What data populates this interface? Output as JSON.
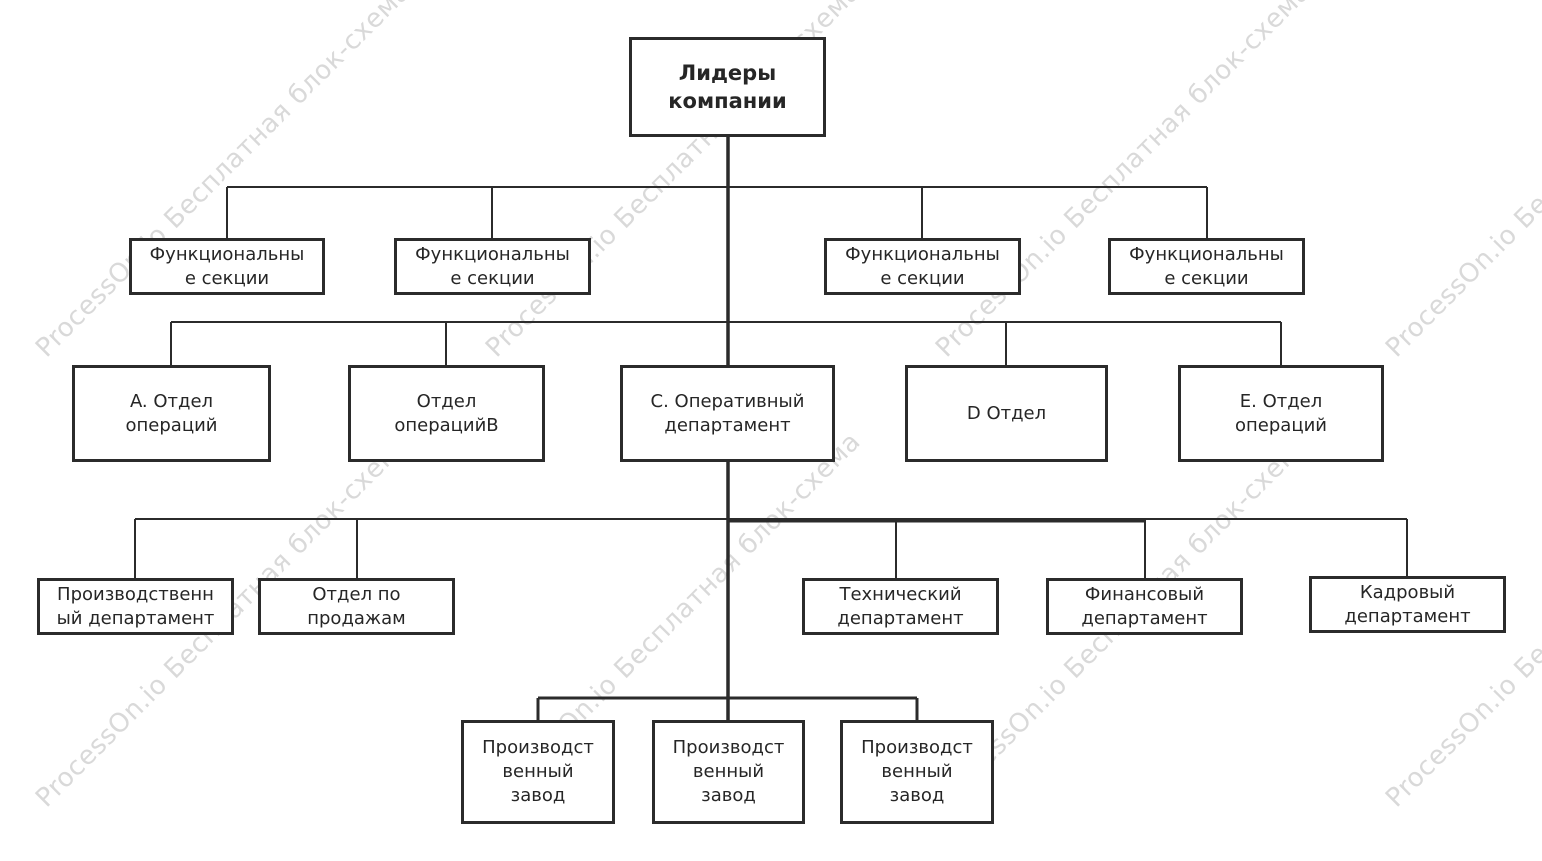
{
  "watermark": "ProcessOn.io Бесплатная блок-схема",
  "colors": {
    "line": "#2b2b2b",
    "text": "#262626",
    "watermark": "#d9d9d9",
    "background": "#ffffff"
  },
  "root": {
    "label": "Лидеры\nкомпании"
  },
  "functional_sections": [
    {
      "label": "Функциональны\nе секции"
    },
    {
      "label": "Функциональны\nе секции"
    },
    {
      "label": "Функциональны\nе секции"
    },
    {
      "label": "Функциональны\nе секции"
    }
  ],
  "departments": [
    {
      "label": "A. Отдел\nопераций"
    },
    {
      "label": "Отдел\nоперацийB"
    },
    {
      "label": "C. Оперативный\nдепартамент"
    },
    {
      "label": "D Отдел"
    },
    {
      "label": "E. Отдел\nопераций"
    }
  ],
  "c_children": [
    {
      "label": "Производственн\nый департамент"
    },
    {
      "label": "Отдел по\nпродажам"
    },
    {
      "label": "Технический\nдепартамент"
    },
    {
      "label": "Финансовый\nдепартамент"
    },
    {
      "label": "Кадровый\nдепартамент"
    }
  ],
  "plants": [
    {
      "label": "Производст\nвенный\nзавод"
    },
    {
      "label": "Производст\nвенный\nзавод"
    },
    {
      "label": "Производст\nвенный\nзавод"
    }
  ]
}
